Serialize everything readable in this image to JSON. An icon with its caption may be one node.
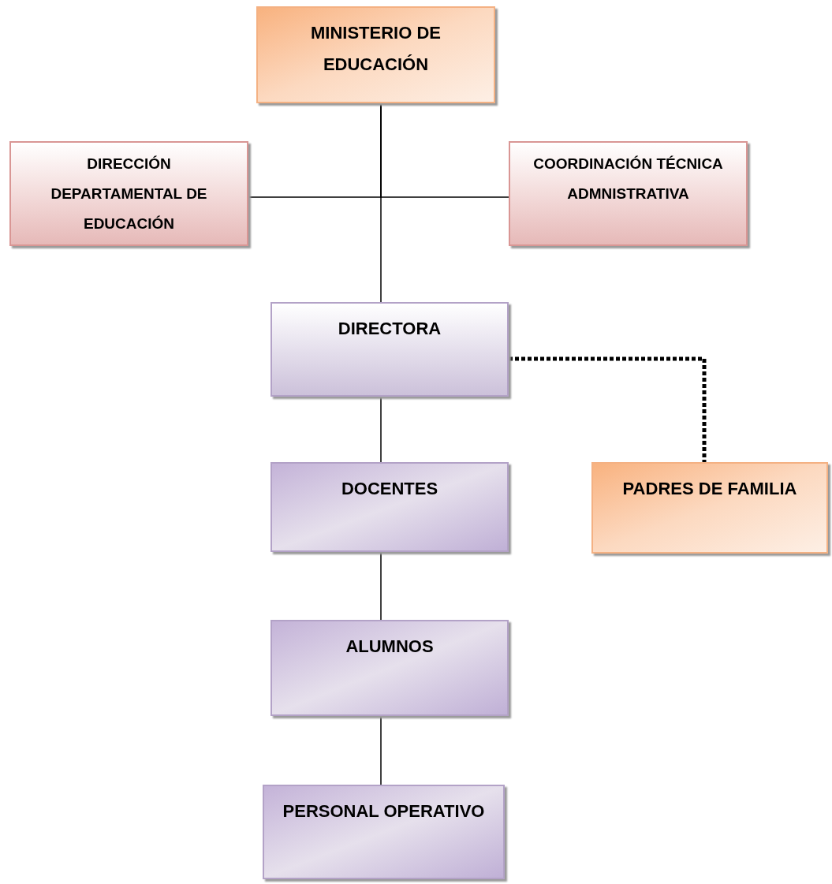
{
  "diagram": {
    "nodes": [
      {
        "text": [
          "MINISTERIO DE EDUCACIÓN"
        ]
      },
      {
        "text": [
          "DIRECCIÓN DEPARTAMENTAL  DE EDUCACIÓN"
        ]
      },
      {
        "text": [
          "COORDINACIÓN TÉCNICA ADMNISTRATIVA"
        ]
      },
      {
        "text": [
          "DIRECTORA"
        ]
      },
      {
        "text": [
          "DOCENTES"
        ]
      },
      {
        "text": [
          "ALUMNOS"
        ]
      },
      {
        "text": [
          "PERSONAL OPERATIVO"
        ]
      },
      {
        "text": [
          "PADRES DE FAMILIA"
        ]
      }
    ],
    "edges": [
      {
        "from": 0,
        "to": 3,
        "arrow": "none"
      },
      {
        "from": 0,
        "to": 1,
        "arrow": "none"
      },
      {
        "from": 0,
        "to": 2,
        "arrow": "none"
      },
      {
        "from": 3,
        "to": 4,
        "arrow": "none"
      },
      {
        "from": 4,
        "to": 5,
        "arrow": "none"
      },
      {
        "from": 5,
        "to": 6,
        "arrow": "none"
      },
      {
        "from": 3,
        "to": 7,
        "arrow": "none",
        "style": "dashed"
      }
    ]
  }
}
